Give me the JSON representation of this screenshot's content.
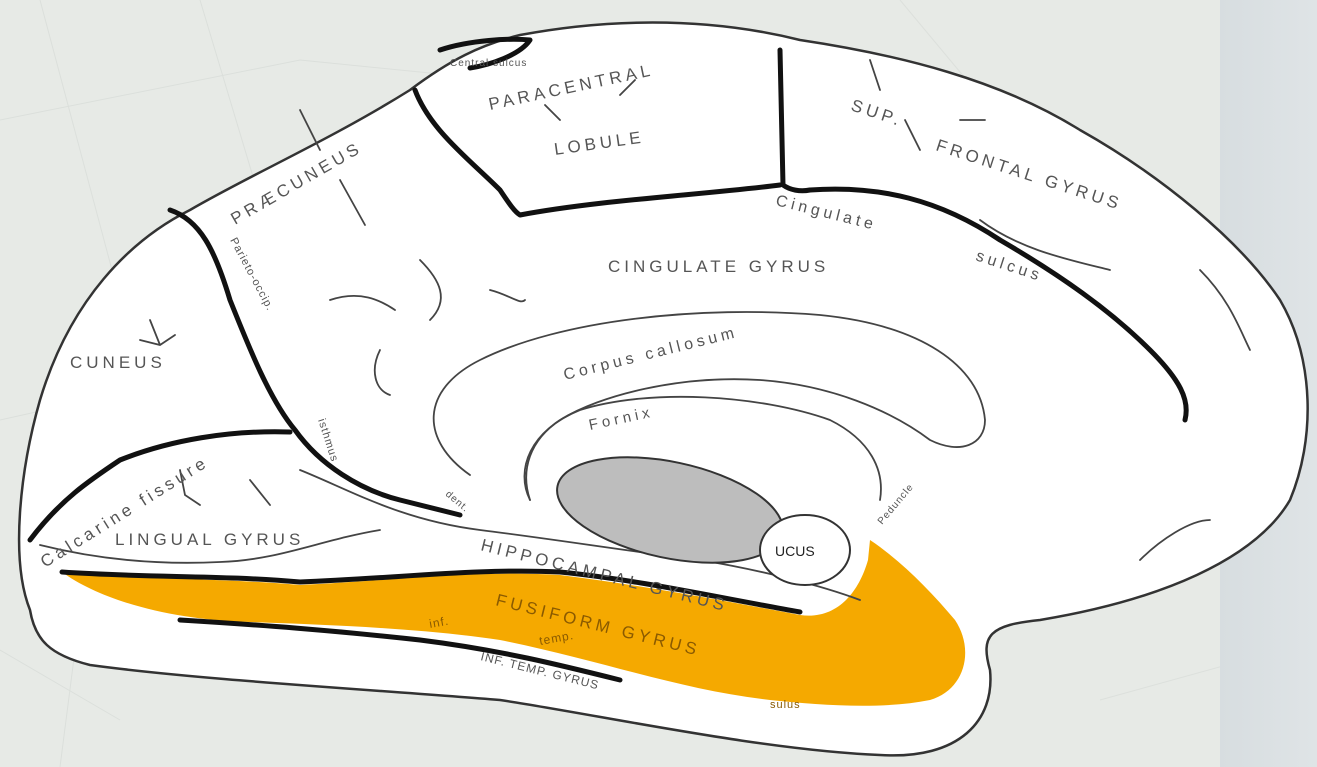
{
  "diagram": {
    "highlight_color": "#f5a900",
    "thalamus_color": "#bdbdbd",
    "labels": {
      "central_sulcus": "Central sulcus",
      "paracentral": "PARACENTRAL",
      "lobule": "LOBULE",
      "sup": "SUP.",
      "frontal_gyrus": "FRONTAL   GYRUS",
      "praecuneus": "PRÆCUNEUS",
      "parieto_occipital": "Parieto-occip.",
      "cingulate": "Cingulate",
      "sulcus": "sulcus",
      "cingulate_gyrus": "CINGULATE GYRUS",
      "cuneus": "CUNEUS",
      "corpus_callosum": "Corpus callosum",
      "fornix": "Fornix",
      "calcarine_fissure": "Calcarine fissure",
      "isthmus": "isthmus",
      "lingual_gyrus": "LINGUAL GYRUS",
      "hippocampal_gyrus": "HIPPOCAMPAL GYRUS",
      "uncus": "UCUS",
      "peduncle": "Peduncle",
      "fusiform_gyrus": "FUSIFORM GYRUS",
      "inf": "inf.",
      "temp": "temp.",
      "sulcus_short": "sulus",
      "inf_temp_gyrus": "INF. TEMP. GYRUS",
      "dentate": "dent."
    }
  }
}
